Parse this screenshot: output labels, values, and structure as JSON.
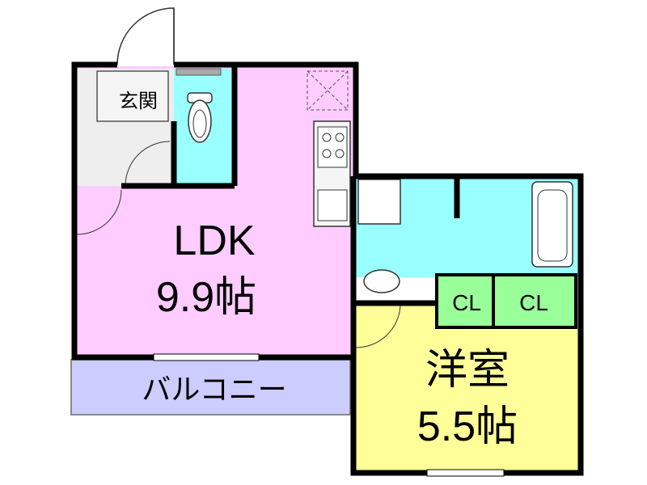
{
  "plan": {
    "rooms": {
      "ldk": {
        "name": "LDK",
        "size": "9.9帖",
        "color": "#ffccff"
      },
      "western": {
        "name": "洋室",
        "size": "5.5帖",
        "color": "#ffff99"
      },
      "entrance": {
        "name": "玄関",
        "color": "#eeeeee"
      },
      "toilet": {
        "color": "#99ffff"
      },
      "bathroom": {
        "color": "#99ffff"
      },
      "balcony": {
        "name": "バルコニー",
        "color": "#ccccff"
      },
      "closet_1": {
        "name": "CL",
        "color": "#99ff99"
      },
      "closet_2": {
        "name": "CL",
        "color": "#99ff99"
      }
    },
    "wall_color": "#000000"
  }
}
